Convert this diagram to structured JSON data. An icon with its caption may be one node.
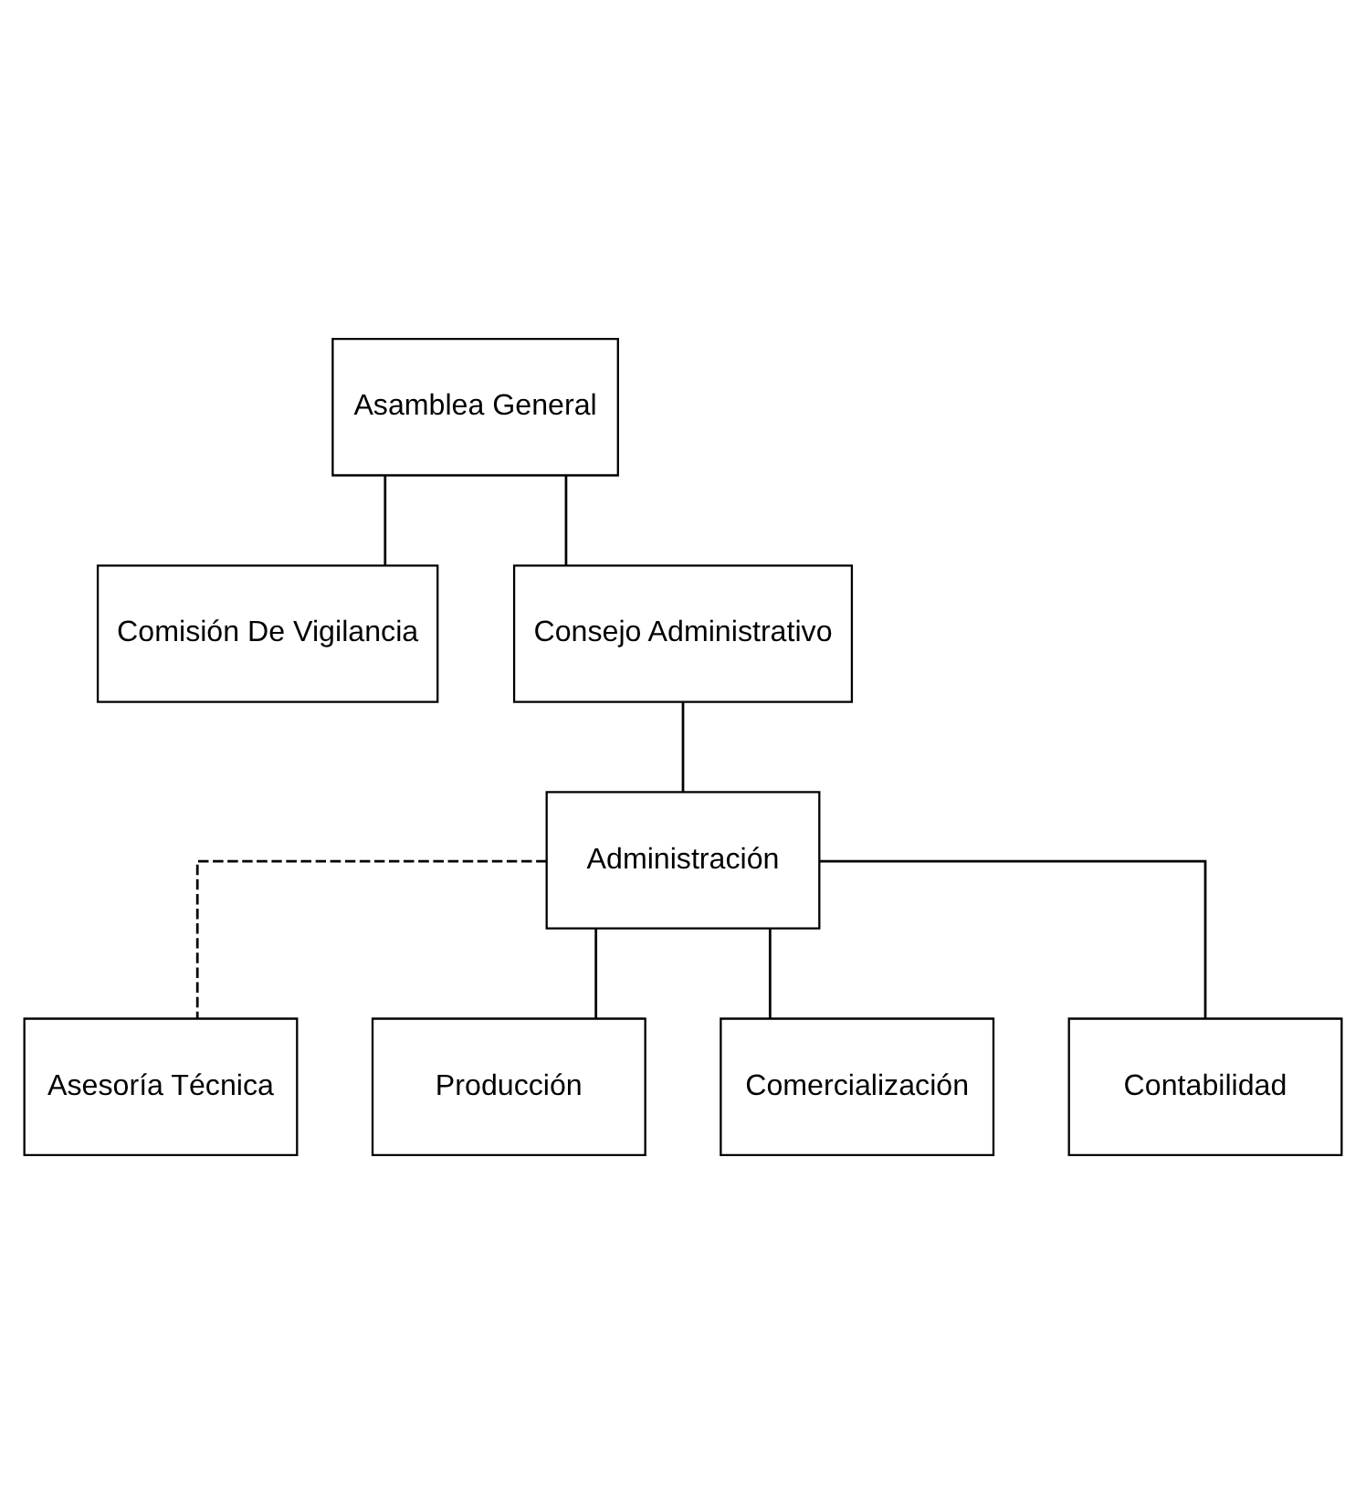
{
  "diagram": {
    "nodes": [
      {
        "text": [
          "Asamblea General"
        ]
      },
      {
        "text": [
          "Comisión De Vigilancia"
        ]
      },
      {
        "text": [
          "Consejo Administrativo"
        ]
      },
      {
        "text": [
          "Administración"
        ]
      },
      {
        "text": [
          "Asesoría Técnica"
        ]
      },
      {
        "text": [
          "Producción"
        ]
      },
      {
        "text": [
          "Comercialización"
        ]
      },
      {
        "text": [
          "Contabilidad"
        ]
      }
    ],
    "edges": [
      {
        "from": 0,
        "to": 2,
        "arrow": "none"
      },
      {
        "from": 0,
        "to": 1,
        "arrow": "none"
      },
      {
        "from": 2,
        "to": 3,
        "arrow": "none"
      },
      {
        "from": 3,
        "to": 4,
        "arrow": "none",
        "style": "dashed"
      },
      {
        "from": 3,
        "to": 5,
        "arrow": "none"
      },
      {
        "from": 3,
        "to": 6,
        "arrow": "none"
      },
      {
        "from": 3,
        "to": 7,
        "arrow": "none"
      }
    ]
  }
}
